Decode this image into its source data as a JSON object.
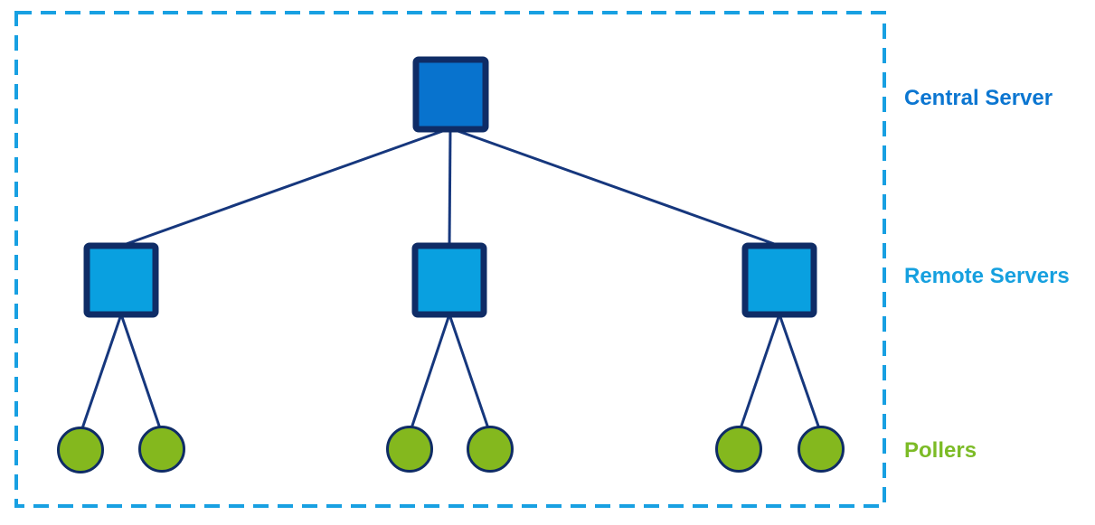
{
  "labels": {
    "central": "Central Server",
    "remote": "Remote Servers",
    "pollers": "Pollers"
  },
  "colors": {
    "central_fill": "#0873CE",
    "remote_fill": "#09A0E0",
    "poller_fill": "#84B81E",
    "node_border": "#0F2C66",
    "edge": "#16377D",
    "boundary": "#18A0E2",
    "label_central": "#0B76D1",
    "label_remote": "#16A0DF",
    "label_pollers": "#7CBB26"
  },
  "topology": {
    "central_servers": 1,
    "remote_servers": 3,
    "pollers_per_remote_server": 2,
    "pollers_total": 6,
    "structure": {
      "root": "Central Server",
      "children": [
        {
          "type": "Remote Server",
          "pollers": 2
        },
        {
          "type": "Remote Server",
          "pollers": 2
        },
        {
          "type": "Remote Server",
          "pollers": 2
        }
      ]
    }
  }
}
